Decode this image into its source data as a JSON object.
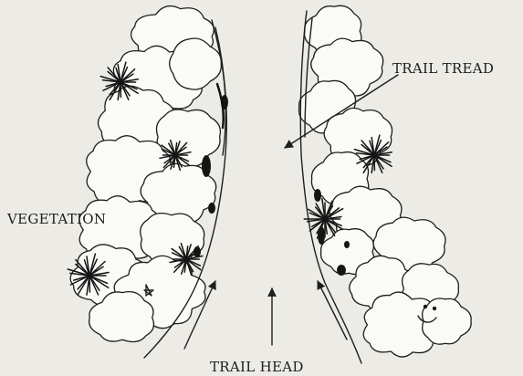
{
  "labels": {
    "trail_tread": "TRAIL TREAD",
    "vegetation": "VEGETATION",
    "trail_head": "TRAIL HEAD"
  },
  "colors": {
    "background": "#ecebe6",
    "ink": "#1e1e1e",
    "foliage_fill": "#fafaf7"
  },
  "icons": [
    "spiky-plant-icon",
    "shrub-cluster-icon",
    "rock-icon",
    "arrow-icon"
  ]
}
